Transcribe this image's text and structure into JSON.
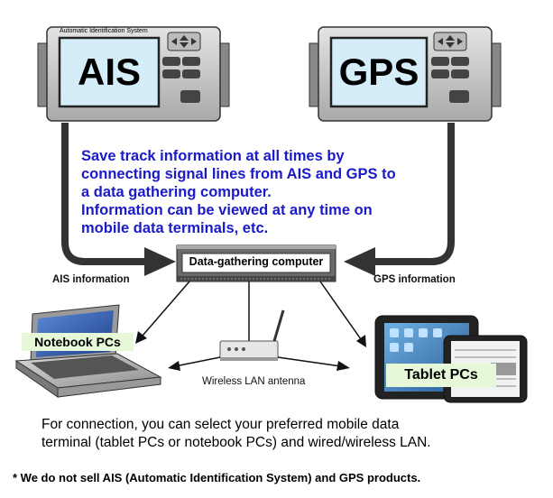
{
  "ais_device": {
    "screen_label": "AIS",
    "header_caption": "Automatic Identification System"
  },
  "gps_device": {
    "screen_label": "GPS"
  },
  "description": {
    "lines": [
      "Save track information at all times by",
      "connecting signal lines from AIS and GPS to",
      "a data gathering computer.",
      "Information can be viewed at any time on",
      "mobile data terminals, etc."
    ]
  },
  "computer": {
    "label": "Data-gathering computer"
  },
  "flows": {
    "ais": "AIS information",
    "gps": "GPS information"
  },
  "terminals": {
    "notebook": "Notebook PCs",
    "tablet": "Tablet PCs",
    "antenna": "Wireless LAN antenna"
  },
  "connection_text": {
    "lines": [
      "For connection, you can select your preferred mobile data",
      "terminal (tablet PCs or notebook PCs) and wired/wireless LAN."
    ]
  },
  "footnote": "* We do not sell AIS (Automatic Identification  System) and GPS products.",
  "colors": {
    "text_blue": "#1a1ac8",
    "screen_blue": "#d4edf8",
    "tag_green": "#e6f8d8",
    "device_gray": "#c8c8c8"
  }
}
